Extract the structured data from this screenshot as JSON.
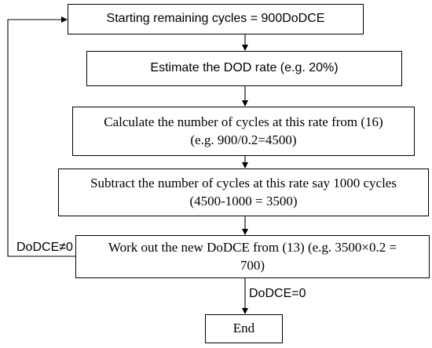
{
  "steps": {
    "start": "Starting remaining cycles = 900DoDCE",
    "estimate": "Estimate the DOD rate (e.g. 20%)",
    "calculate": {
      "line1": "Calculate the number of cycles at this rate from (16)",
      "line2": "(e.g. 900/0.2=4500)"
    },
    "subtract": {
      "line1": "Subtract the number of cycles at this rate say 1000 cycles",
      "line2": "(4500-1000 = 3500)"
    },
    "work_out": {
      "line1": "Work out the new DoDCE from (13) (e.g. 3500×0.2 =",
      "line2": "700)"
    },
    "end": "End"
  },
  "edges": {
    "loop_condition": "DoDCE≠0",
    "exit_condition": "DoDCE=0"
  }
}
